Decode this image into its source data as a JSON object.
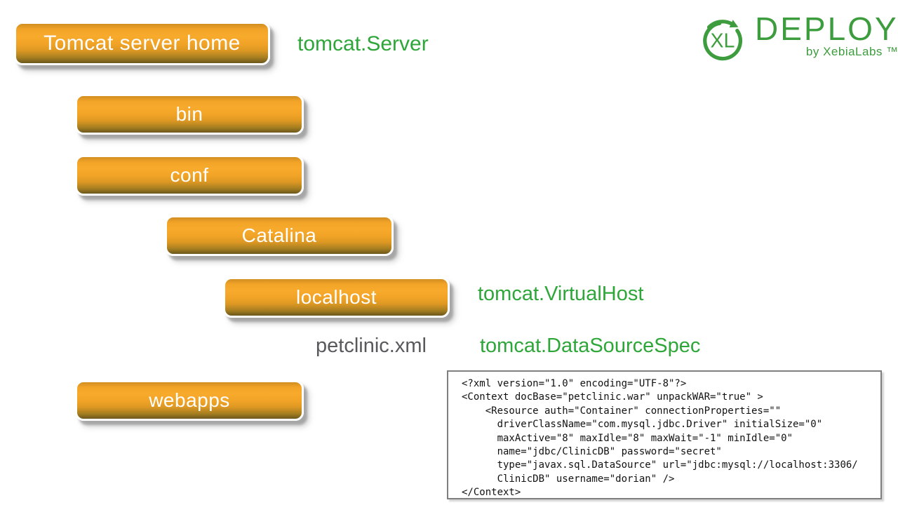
{
  "colors": {
    "label_green": "#2fa63a",
    "logo_green": "#3d9c3d",
    "file_gray": "#58595b",
    "button_orange_top": "#d28e20",
    "button_orange_mid": "#f7aa2b",
    "button_orange_bottom": "#6b581d",
    "code_border": "#7f7f7f",
    "code_text": "#111111"
  },
  "logo": {
    "xl": "XL",
    "product": "DEPLOY",
    "byline": "by XebiaLabs ™"
  },
  "nodes": {
    "home": {
      "label": "Tomcat server home",
      "type": "tomcat.Server"
    },
    "bin": {
      "label": "bin"
    },
    "conf": {
      "label": "conf"
    },
    "catalina": {
      "label": "Catalina"
    },
    "localhost": {
      "label": "localhost",
      "type": "tomcat.VirtualHost"
    },
    "petclinic": {
      "label": "petclinic.xml",
      "type": "tomcat.DataSourceSpec"
    },
    "webapps": {
      "label": "webapps"
    }
  },
  "code_block": {
    "lines": [
      "<?xml version=\"1.0\" encoding=\"UTF-8\"?>",
      "<Context docBase=\"petclinic.war\" unpackWAR=\"true\" >",
      "    <Resource auth=\"Container\" connectionProperties=\"\"",
      "      driverClassName=\"com.mysql.jdbc.Driver\" initialSize=\"0\"",
      "      maxActive=\"8\" maxIdle=\"8\" maxWait=\"-1\" minIdle=\"0\"",
      "      name=\"jdbc/ClinicDB\" password=\"secret\"",
      "      type=\"javax.sql.DataSource\" url=\"jdbc:mysql://localhost:3306/",
      "      ClinicDB\" username=\"dorian\" />",
      "</Context>"
    ]
  }
}
